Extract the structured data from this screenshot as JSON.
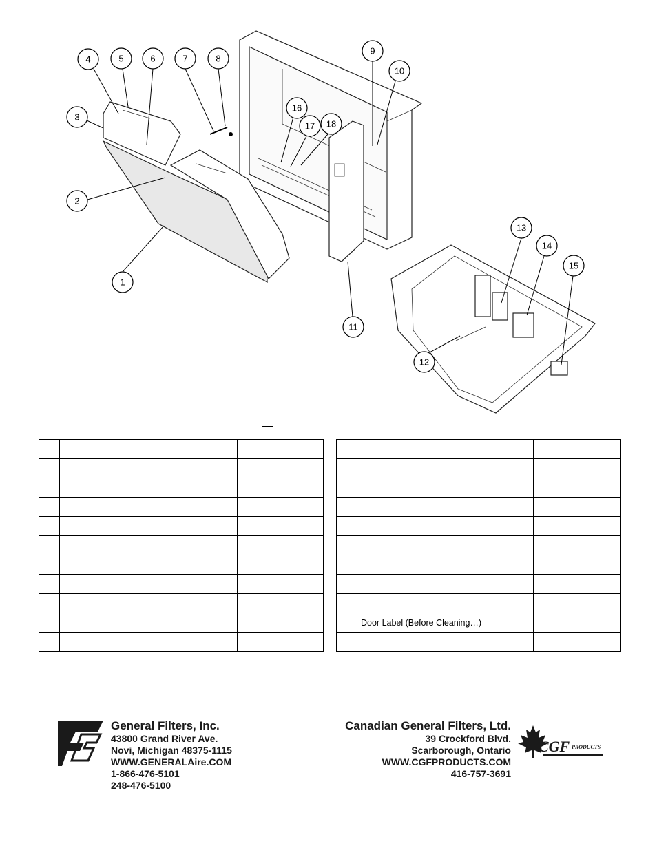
{
  "callouts": [
    "1",
    "2",
    "3",
    "4",
    "5",
    "6",
    "7",
    "8",
    "9",
    "10",
    "11",
    "12",
    "13",
    "14",
    "15",
    "16",
    "17",
    "18"
  ],
  "parts_left": [
    {
      "num": "",
      "desc": "",
      "pn": ""
    },
    {
      "num": "",
      "desc": "",
      "pn": ""
    },
    {
      "num": "",
      "desc": "",
      "pn": ""
    },
    {
      "num": "",
      "desc": "",
      "pn": ""
    },
    {
      "num": "",
      "desc": "",
      "pn": ""
    },
    {
      "num": "",
      "desc": "",
      "pn": ""
    },
    {
      "num": "",
      "desc": "",
      "pn": ""
    },
    {
      "num": "",
      "desc": "",
      "pn": ""
    },
    {
      "num": "",
      "desc": "",
      "pn": ""
    },
    {
      "num": "",
      "desc": "",
      "pn": ""
    },
    {
      "num": "",
      "desc": "",
      "pn": ""
    }
  ],
  "parts_right": [
    {
      "num": "",
      "desc": "",
      "pn": ""
    },
    {
      "num": "",
      "desc": "",
      "pn": ""
    },
    {
      "num": "",
      "desc": "",
      "pn": ""
    },
    {
      "num": "",
      "desc": "",
      "pn": ""
    },
    {
      "num": "",
      "desc": "",
      "pn": ""
    },
    {
      "num": "",
      "desc": "",
      "pn": ""
    },
    {
      "num": "",
      "desc": "",
      "pn": ""
    },
    {
      "num": "",
      "desc": "",
      "pn": ""
    },
    {
      "num": "",
      "desc": "",
      "pn": ""
    },
    {
      "num": "",
      "desc": "Door Label (Before Cleaning…)",
      "pn": ""
    },
    {
      "num": "",
      "desc": "",
      "pn": ""
    }
  ],
  "general_filters": {
    "name": "General Filters, Inc.",
    "address1": "43800 Grand River Ave.",
    "address2": "Novi, Michigan 48375-1115",
    "website": "WWW.GENERALAire.COM",
    "phone1": "1-866-476-5101",
    "phone2": "248-476-5100"
  },
  "canadian_general_filters": {
    "name": "Canadian General Filters, Ltd.",
    "address1": "39 Crockford Blvd.",
    "address2": "Scarborough, Ontario",
    "website": "WWW.CGFPRODUCTS.COM",
    "phone": "416-757-3691",
    "logo_text": "CGF",
    "logo_subtext": "PRODUCTS"
  },
  "colors": {
    "ink": "#000000",
    "logo_ink": "#1a1a1a"
  }
}
